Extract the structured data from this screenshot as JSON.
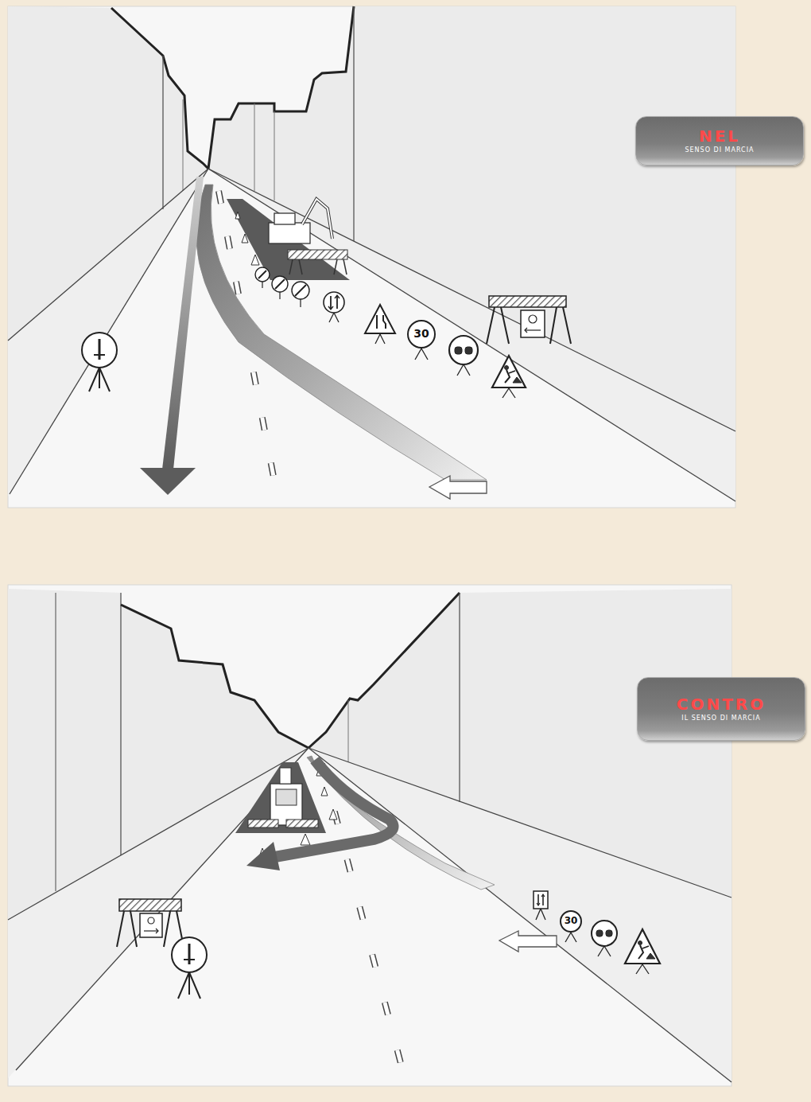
{
  "diagram": {
    "nodes": [
      {
        "text": [
          "NEL",
          "SENSO DI MARCIA"
        ]
      },
      {
        "text": [
          "30"
        ]
      },
      {
        "text": [
          "CONTRO",
          "IL SENSO DI MARCIA"
        ]
      },
      {
        "text": [
          "30"
        ]
      }
    ]
  }
}
